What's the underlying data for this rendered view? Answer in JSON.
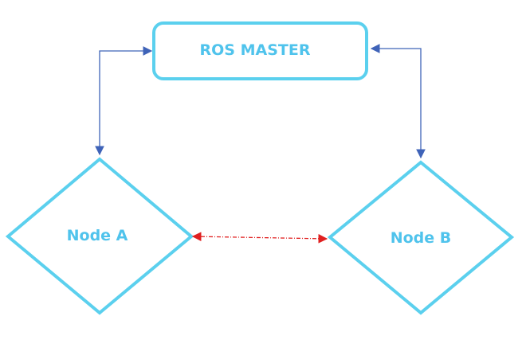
{
  "diagram": {
    "master_label": "ROS MASTER",
    "node_a_label": "Node A",
    "node_b_label": "Node B"
  },
  "colors": {
    "shape_stroke": "#5bd0ee",
    "label_text": "#4fc3ec",
    "master_link": "#3f63b8",
    "peer_link": "#e02020"
  }
}
